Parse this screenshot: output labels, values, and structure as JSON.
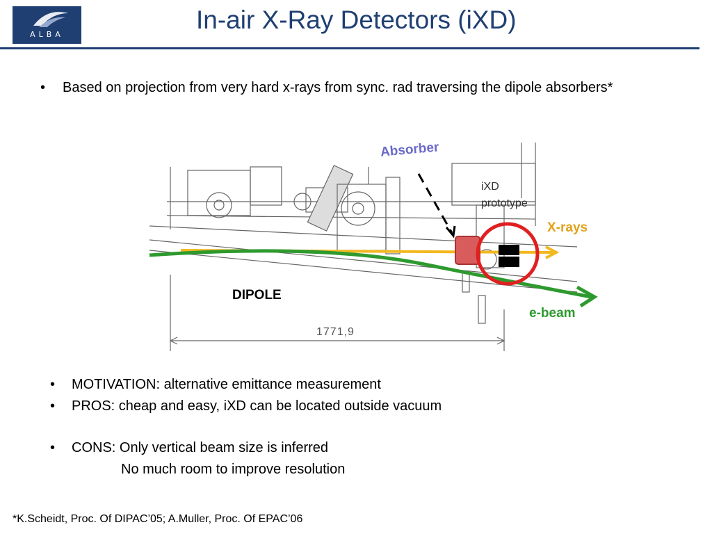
{
  "logo": {
    "text": "ALBA",
    "icon": "alba-logo-icon"
  },
  "title": "In-air X-Ray Detectors (iXD)",
  "colors": {
    "title": "#1f3f72",
    "xray": "#e3a21a",
    "ebeam": "#2e9a2e",
    "circle": "#e02020",
    "absorber_label": "#6a6ac9"
  },
  "bullets": {
    "intro": "Based on projection from very hard x-rays from sync. rad traversing the dipole absorbers*",
    "motivation": "MOTIVATION: alternative emittance measurement",
    "pros": "PROS: cheap and easy, iXD can be located outside vacuum",
    "cons": "CONS: Only vertical beam size is inferred",
    "cons_continued": "No much room to improve resolution",
    "marker": "•"
  },
  "diagram": {
    "absorber_label": "Absorber",
    "ixd_label": "iXD",
    "prototype_label": "prototype",
    "xrays_label": "X-rays",
    "dipole_label": "DIPOLE",
    "ebeam_label": "e-beam",
    "dimension": "1771,9"
  },
  "footnote": "*K.Scheidt, Proc. Of DIPAC’05; A.Muller, Proc. Of EPAC’06"
}
